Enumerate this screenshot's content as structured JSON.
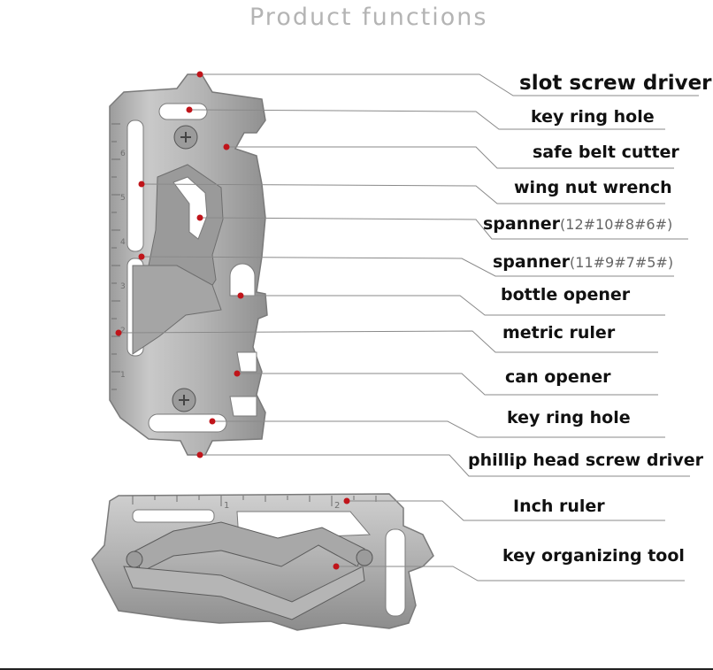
{
  "title": "Product functions",
  "labels": {
    "slot_screw_driver": "slot screw driver",
    "key_ring_hole_top": "key ring hole",
    "safe_belt_cutter": "safe belt cutter",
    "wing_nut_wrench": "wing nut wrench",
    "spanner_1": "spanner",
    "spanner_1_sizes": "(12#10#8#6#)",
    "spanner_2": "spanner",
    "spanner_2_sizes": "(11#9#7#5#)",
    "bottle_opener": "bottle opener",
    "metric_ruler": "metric ruler",
    "can_opener": "can opener",
    "key_ring_hole_bottom": "key ring hole",
    "phillip_head_screw_driver": "phillip head screw driver",
    "inch_ruler": "Inch ruler",
    "key_organizing_tool": "key organizing tool"
  },
  "ruler_marks": {
    "metric": [
      "6",
      "5",
      "4",
      "3",
      "2",
      "1"
    ],
    "inch": [
      "1",
      "2"
    ]
  },
  "colors": {
    "steel": "#b9b9b9",
    "steel_dark": "#8e8e8e",
    "leader_line": "#8a8a8a",
    "marker_dot": "#c0141a",
    "label_text": "#111111",
    "spec_text": "#666666",
    "title_text": "#b4b4b4"
  }
}
